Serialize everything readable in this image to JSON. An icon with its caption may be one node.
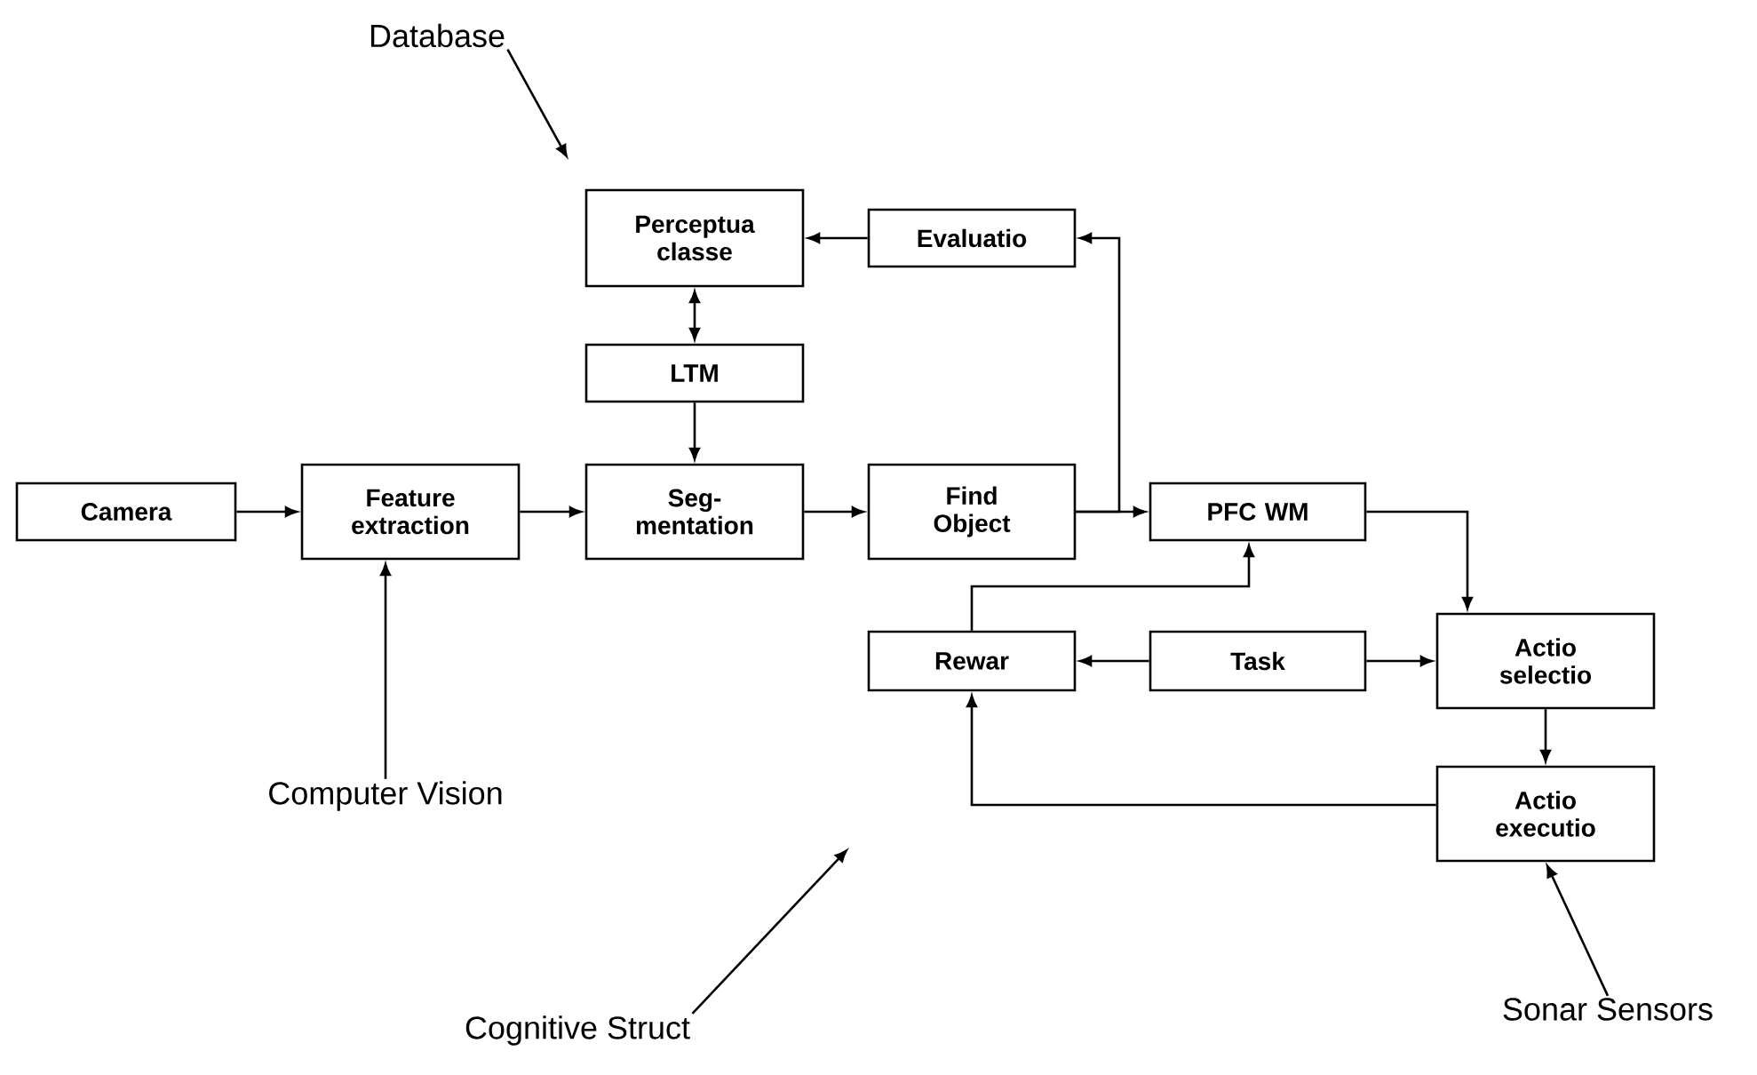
{
  "diagram": {
    "nodes": [
      {
        "text": [
          "Perceptua classe"
        ]
      },
      {
        "text": [
          "Evaluatio"
        ]
      },
      {
        "text": [
          "LTM"
        ]
      },
      {
        "text": [
          "Camera"
        ]
      },
      {
        "text": [
          "Feature extraction"
        ]
      },
      {
        "text": [
          "Seg- mentation"
        ]
      },
      {
        "text": [
          "Find Object"
        ]
      },
      {
        "text": [
          "PFC WM"
        ]
      },
      {
        "text": [
          "Rewar"
        ]
      },
      {
        "text": [
          "Task"
        ]
      },
      {
        "text": [
          "Actio selectio"
        ]
      },
      {
        "text": [
          "Actio executio"
        ]
      },
      {
        "text": [
          "Database"
        ]
      },
      {
        "text": [
          "Computer Vision"
        ]
      },
      {
        "text": [
          "Cognitive Struct"
        ]
      },
      {
        "text": [
          "Sonar Sensors"
        ]
      }
    ],
    "edges": [
      {
        "from": 3,
        "to": 4,
        "arrow": "to"
      },
      {
        "from": 4,
        "to": 5,
        "arrow": "to"
      },
      {
        "from": 5,
        "to": 6,
        "arrow": "to"
      },
      {
        "from": 6,
        "to": 7,
        "arrow": "to"
      },
      {
        "from": 2,
        "to": 0,
        "arrow": "both"
      },
      {
        "from": 2,
        "to": 5,
        "arrow": "to"
      },
      {
        "from": 1,
        "to": 0,
        "arrow": "to"
      },
      {
        "from": 6,
        "to": 1,
        "arrow": "to"
      },
      {
        "from": 7,
        "to": 10,
        "arrow": "to"
      },
      {
        "from": 8,
        "to": 7,
        "arrow": "to"
      },
      {
        "from": 9,
        "to": 8,
        "arrow": "to"
      },
      {
        "from": 9,
        "to": 10,
        "arrow": "to"
      },
      {
        "from": 10,
        "to": 11,
        "arrow": "to"
      },
      {
        "from": 11,
        "to": 8,
        "arrow": "to"
      },
      {
        "from": 12,
        "to": null,
        "arrow": "to"
      },
      {
        "from": 13,
        "to": 4,
        "arrow": "to"
      },
      {
        "from": 14,
        "to": null,
        "arrow": "to"
      },
      {
        "from": 15,
        "to": 11,
        "arrow": "to"
      }
    ]
  }
}
